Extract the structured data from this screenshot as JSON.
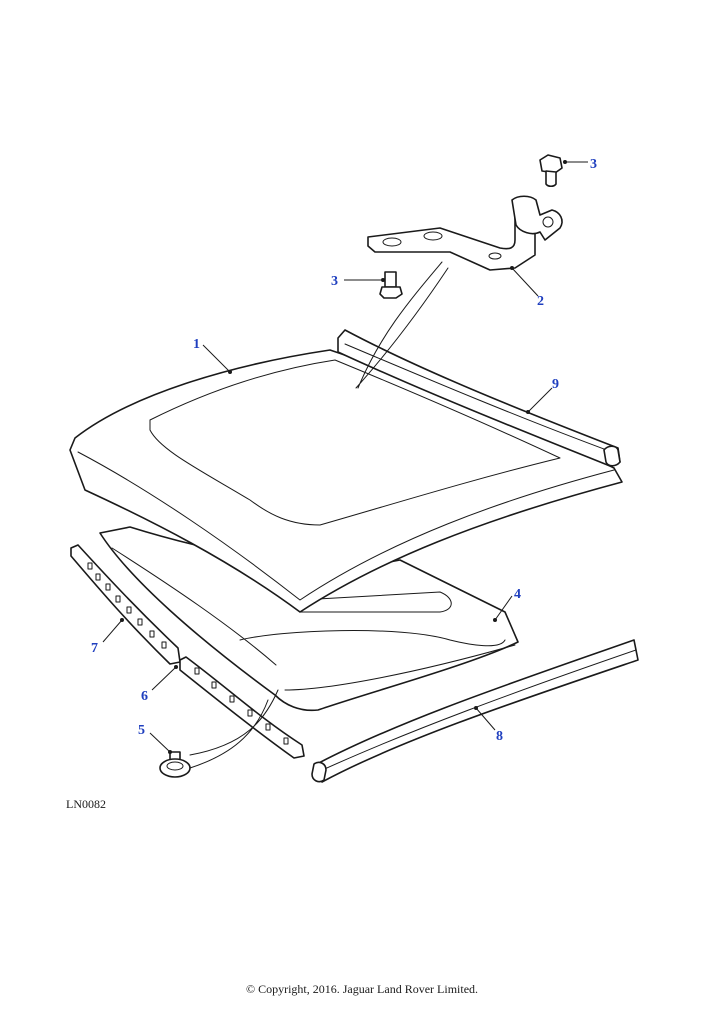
{
  "diagram": {
    "id_label": "LN0082",
    "copyright": "© Copyright, 2016. Jaguar Land Rover Limited.",
    "callouts": [
      {
        "key": "c1",
        "text": "1"
      },
      {
        "key": "c2",
        "text": "2"
      },
      {
        "key": "c3a",
        "text": "3"
      },
      {
        "key": "c3b",
        "text": "3"
      },
      {
        "key": "c4",
        "text": "4"
      },
      {
        "key": "c5",
        "text": "5"
      },
      {
        "key": "c6",
        "text": "6"
      },
      {
        "key": "c7",
        "text": "7"
      },
      {
        "key": "c8",
        "text": "8"
      },
      {
        "key": "c9",
        "text": "9"
      }
    ]
  }
}
